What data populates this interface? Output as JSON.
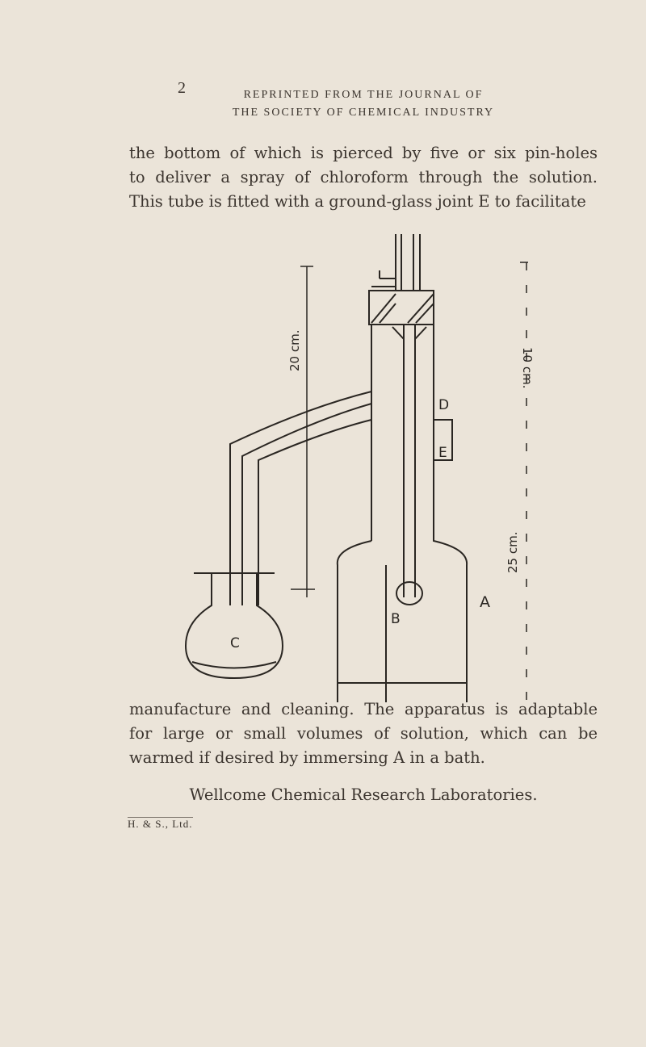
{
  "header": {
    "page_number": "2",
    "line1": "REPRINTED FROM THE JOURNAL OF",
    "line2": "THE SOCIETY OF CHEMICAL INDUSTRY"
  },
  "text_before": [
    "the bottom of which is pierced by five or six pin-holes",
    "to deliver a spray of chloroform through the solution.",
    "This tube is fitted with a ground-glass joint E to facilitate"
  ],
  "figure": {
    "labels": {
      "a": "A",
      "b": "B",
      "c": "C",
      "d": "D",
      "e": "E"
    },
    "dimensions": {
      "left": "20 cm.",
      "right_top": "10 cm.",
      "right_bottom": "25 cm."
    }
  },
  "text_after": [
    "manufacture and cleaning.  The apparatus is adaptable",
    "for large or small volumes of solution, which can be",
    "warmed if desired by immersing A in a bath."
  ],
  "signature": "Wellcome Chemical Research Laboratories.",
  "printer": "H. & S., Ltd."
}
